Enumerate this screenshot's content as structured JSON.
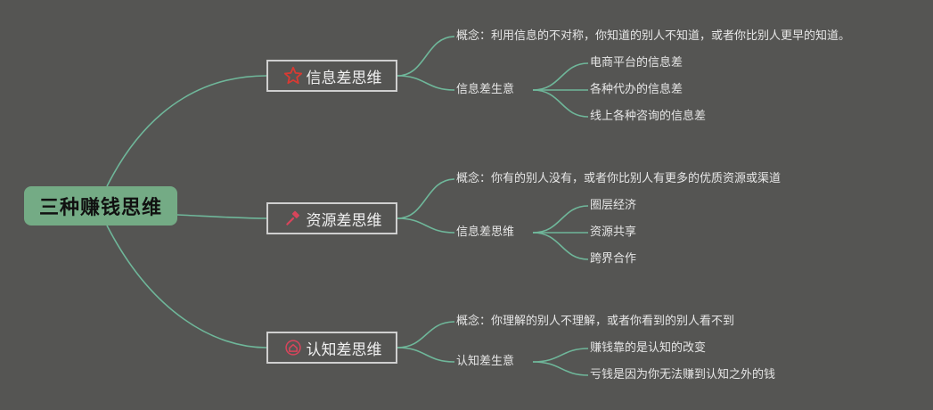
{
  "root": {
    "label": "三种赚钱思维"
  },
  "branches": [
    {
      "label": "信息差思维",
      "icon": "star-outline-icon",
      "icon_color": "#d83a33",
      "concept": "概念：利用信息的不对称，你知道的别人不知道，或者你比别人更早的知道。",
      "sub_label": "信息差生意",
      "items": [
        "电商平台的信息差",
        "各种代办的信息差",
        "线上各种咨询的信息差"
      ]
    },
    {
      "label": "资源差思维",
      "icon": "hammer-icon",
      "icon_color": "#d8455b",
      "concept": "概念：你有的别人没有，或者你比别人有更多的优质资源或渠道",
      "sub_label": "信息差思维",
      "items": [
        "圈层经济",
        "资源共享",
        "跨界合作"
      ]
    },
    {
      "label": "认知差思维",
      "icon": "house-circle-icon",
      "icon_color": "#d8455b",
      "concept": "概念：你理解的别人不理解，或者你看到的别人看不到",
      "sub_label": "认知差生意",
      "items": [
        "赚钱靠的是认知的改变",
        "亏钱是因为你无法赚到认知之外的钱"
      ]
    }
  ],
  "colors": {
    "background": "#555553",
    "line": "#6fb79a",
    "root_fill": "#74ab85",
    "branch_border": "#cfcfcf",
    "text": "#e6e6e6"
  }
}
